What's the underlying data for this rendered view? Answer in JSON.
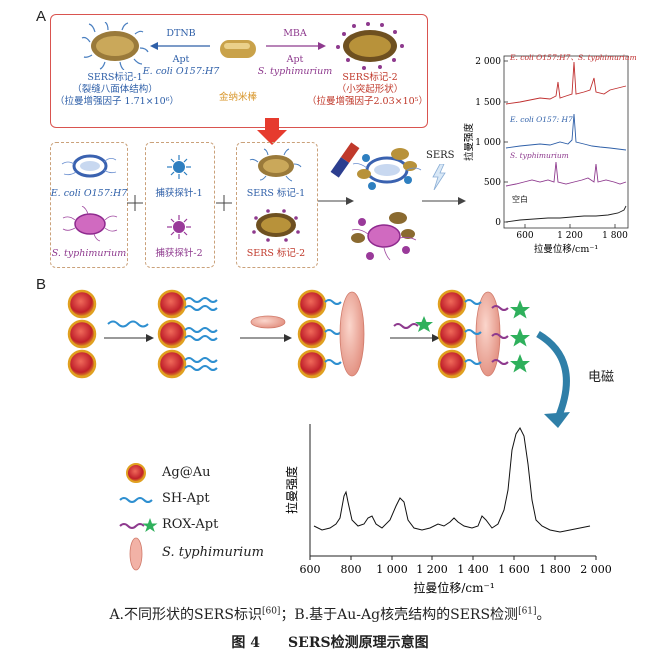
{
  "panelA": {
    "letter": "A",
    "probe1": {
      "title": "SERS标记-1",
      "line2": "（裂缝八面体结构）",
      "line3": "（拉曼增强因子 1.71×10⁶）"
    },
    "probe2": {
      "title": "SERS标记-2",
      "line2": "（小突起形状）",
      "line3": "（拉曼增强因子2.03×10⁵）"
    },
    "gold_rod": "金纳米棒",
    "arrow_left": {
      "top": "DTNB",
      "bottom": "Apt",
      "target": "E. coli O157:H7"
    },
    "arrow_right": {
      "top": "MBA",
      "bottom": "Apt",
      "target": "S. typhimurium"
    },
    "bacteria1": "E. coli O157:H7",
    "bacteria2": "S. typhimurium",
    "capture1": "捕获探针-1",
    "capture2": "捕获探针-2",
    "label1": "SERS 标记-1",
    "label2": "SERS 标记-2",
    "sers_word": "SERS",
    "spectrum": {
      "ylabel": "拉曼强度",
      "xlabel": "拉曼位移/cm⁻¹",
      "yticks": [
        "2 000",
        "1 500",
        "1 000",
        "500",
        "0"
      ],
      "xticks": [
        "600",
        "1 200",
        "1 800"
      ],
      "series_labels": [
        "E. coli O157:H7、S. typhimurium",
        "E. coli O157: H7",
        "S. typhimurium",
        "空白"
      ]
    }
  },
  "panelB": {
    "letter": "B",
    "em_label": "电磁",
    "legend": [
      "Ag@Au",
      "SH-Apt",
      "ROX-Apt",
      "S. typhimurium"
    ],
    "spectrum": {
      "ylabel": "拉曼强度",
      "xlabel": "拉曼位移/cm⁻¹",
      "xticks": [
        "600",
        "800",
        "1 000",
        "1 200",
        "1 400",
        "1 600",
        "1 800",
        "2 000"
      ]
    }
  },
  "caption": {
    "line1_a": "A.不同形状的SERS标识",
    "ref1": "[60]",
    "line1_b": "；B.基于Au-Ag核壳结构的SERS检测",
    "ref2": "[61]",
    "line1_c": "。",
    "title": "图 4　　SERS检测原理示意图"
  },
  "colors": {
    "frame": "#d9534f",
    "gold": "#d8962a",
    "blue": "#2e5fa8",
    "purple": "#8e3a8e",
    "green": "#2fb05c"
  }
}
